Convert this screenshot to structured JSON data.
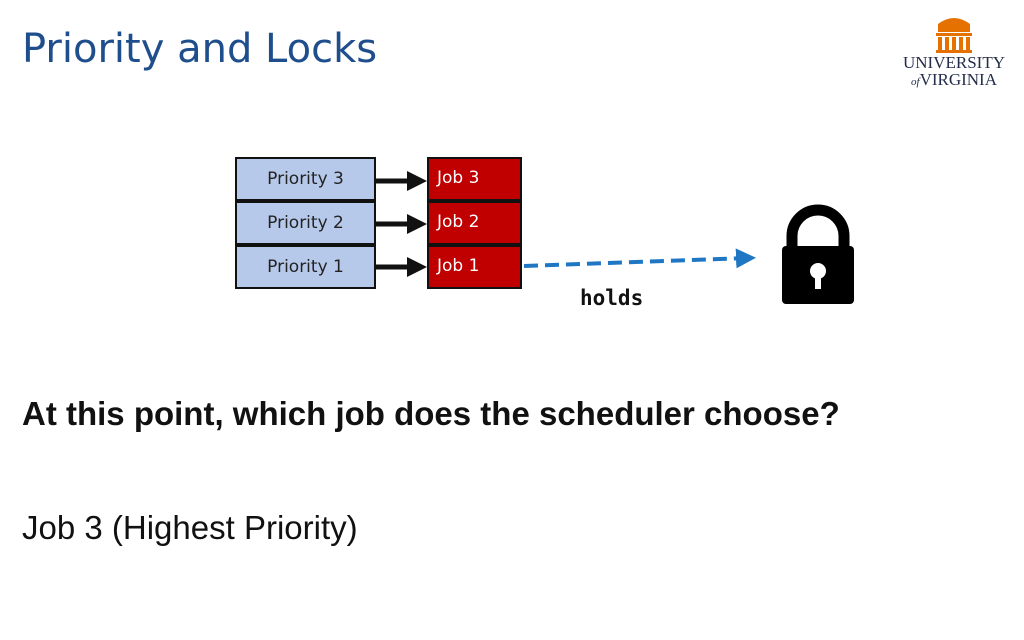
{
  "slide": {
    "title": "Priority and Locks",
    "question": "At this point, which job does the scheduler choose?",
    "answer": "Job 3 (Highest Priority)"
  },
  "logo": {
    "line1": "UNIVERSITY",
    "of": "of",
    "line2": "VIRGINIA",
    "color": "#e57200"
  },
  "queues": [
    {
      "priority": "Priority 3",
      "job": "Job 3"
    },
    {
      "priority": "Priority 2",
      "job": "Job 2"
    },
    {
      "priority": "Priority 1",
      "job": "Job 1"
    }
  ],
  "lock": {
    "label": "holds",
    "icon": "lock-icon"
  },
  "colors": {
    "title": "#1f4e8c",
    "priority_fill": "#b7c9ea",
    "job_fill": "#c00000",
    "dashed_arrow": "#1f77c4"
  }
}
